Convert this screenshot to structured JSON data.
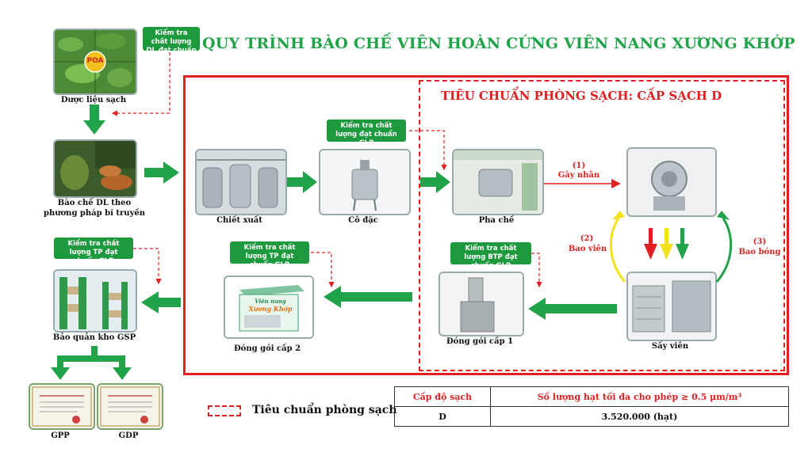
{
  "title": "QUY TRÌNH BÀO CHẾ VIÊN HOÀN CỨNG VIÊN NANG XƯƠNG KHỚP",
  "clean_room_title": "TIÊU CHUẨN PHÒNG SẠCH: CẤP SẠCH D",
  "logo_text": "POA",
  "steps": {
    "herb": "Dược liệu sạch",
    "traditional": "Bào chế DL theo phương pháp bí truyền",
    "storage": "Bảo quản kho GSP",
    "gpp": "GPP",
    "gdp": "GDP",
    "extract": "Chiết xuất",
    "concentrate": "Cô đặc",
    "mixing": "Pha chế",
    "coating": "",
    "drying": "Sấy viên",
    "pack1": "Đóng gói cấp 1",
    "pack2": "Đóng gói cấp 2"
  },
  "qc_labels": {
    "herb_qc": "Kiểm tra chất lượng DL đạt chuẩn GLP",
    "process_qc": "Kiểm tra chất lượng đạt chuẩn GLP",
    "tp_left": "Kiểm tra chất lượng TP đạt chuẩn GLP",
    "tp_mid": "Kiểm tra chất lượng TP đạt chuẩn GLP",
    "btp": "Kiểm tra chất lượng BTP đạt chuẩn GLP"
  },
  "stage_labels": {
    "s1_num": "(1)",
    "s1_text": "Gây nhân",
    "s2_num": "(2)",
    "s2_text": "Bao viên",
    "s3_num": "(3)",
    "s3_text": "Bao bóng"
  },
  "product_box": {
    "line1": "Viên nang",
    "line2": "Xương Khớp"
  },
  "legend": "Tiêu chuẩn phòng sạch",
  "table": {
    "col1_header": "Cấp độ sạch",
    "col2_header": "Số lượng hạt tối đa cho phép ≥ 0.5 μm/m³",
    "col1_value": "D",
    "col2_value": "3.520.000 (hạt)"
  },
  "colors": {
    "green": "#21a34a",
    "red": "#e02020",
    "yellow": "#f2e01a",
    "qc_green": "#1e9a3e"
  }
}
